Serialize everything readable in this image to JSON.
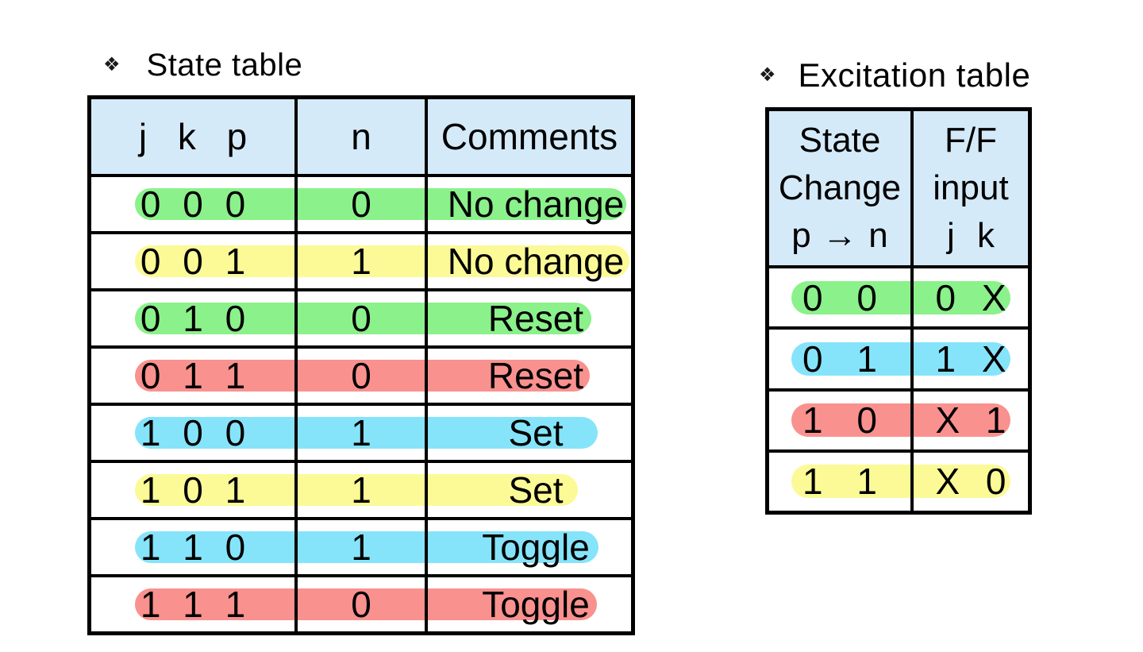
{
  "colors": {
    "header_bg": "#D5EAF8",
    "green": "#8BF18B",
    "yellow": "#FBFA96",
    "red": "#F9918E",
    "cyan": "#85E4FA",
    "border": "#000000",
    "text": "#000000"
  },
  "state_table": {
    "bullet": "❖",
    "title": "State table",
    "col_headers": [
      "j k p",
      "n",
      "Comments"
    ],
    "rows": [
      {
        "inputs": "0 0 0",
        "next": "0",
        "comment": "No change",
        "highlight": "green"
      },
      {
        "inputs": "0 0 1",
        "next": "1",
        "comment": "No change",
        "highlight": "yellow"
      },
      {
        "inputs": "0 1 0",
        "next": "0",
        "comment": "Reset",
        "highlight": "green"
      },
      {
        "inputs": "0 1 1",
        "next": "0",
        "comment": "Reset",
        "highlight": "red"
      },
      {
        "inputs": "1 0 0",
        "next": "1",
        "comment": "Set",
        "highlight": "cyan"
      },
      {
        "inputs": "1 0 1",
        "next": "1",
        "comment": "Set",
        "highlight": "yellow"
      },
      {
        "inputs": "1 1 0",
        "next": "1",
        "comment": "Toggle",
        "highlight": "cyan"
      },
      {
        "inputs": "1 1 1",
        "next": "0",
        "comment": "Toggle",
        "highlight": "red"
      }
    ]
  },
  "excitation_table": {
    "bullet": "❖",
    "title": "Excitation table",
    "col1_header_lines": [
      "State",
      "Change",
      "p → n"
    ],
    "col2_header_lines": [
      "F/F",
      "input",
      "j k"
    ],
    "rows": [
      {
        "change": "0 0",
        "input": "0 X",
        "highlight": "green"
      },
      {
        "change": "0 1",
        "input": "1 X",
        "highlight": "cyan"
      },
      {
        "change": "1 0",
        "input": "X 1",
        "highlight": "red"
      },
      {
        "change": "1 1",
        "input": "X 0",
        "highlight": "yellow"
      }
    ]
  }
}
